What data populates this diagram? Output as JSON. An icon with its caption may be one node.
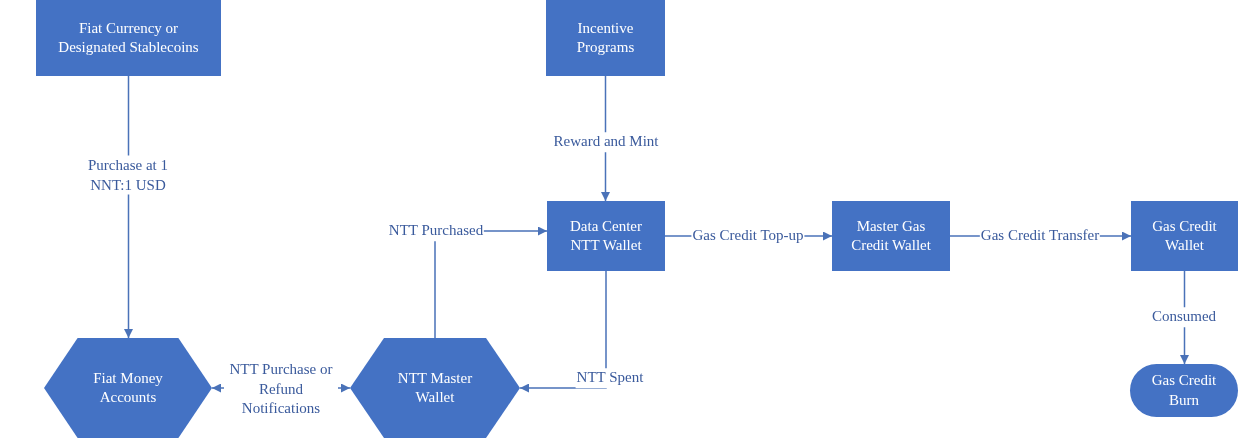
{
  "diagram": {
    "nodes": [
      {
        "text": [
          "Fiat Currency or Designated Stablecoins"
        ]
      },
      {
        "text": [
          "Incentive Programs"
        ]
      },
      {
        "text": [
          "Data Center NTT Wallet"
        ]
      },
      {
        "text": [
          "Master Gas Credit Wallet"
        ]
      },
      {
        "text": [
          "Gas Credit Wallet"
        ]
      },
      {
        "text": [
          "Fiat Money Accounts"
        ]
      },
      {
        "text": [
          "NTT Master Wallet"
        ]
      },
      {
        "text": [
          "Gas Credit Burn"
        ]
      }
    ],
    "edges": [
      {
        "from": 0,
        "to": 5,
        "arrow": "to",
        "label": "Purchase at 1 NNT:1 USD"
      },
      {
        "from": 1,
        "to": 2,
        "arrow": "to",
        "label": "Reward and Mint"
      },
      {
        "from": 6,
        "to": 2,
        "arrow": "to",
        "label": "NTT Purchased"
      },
      {
        "from": 2,
        "to": 6,
        "arrow": "to",
        "label": "NTT Spent"
      },
      {
        "from": 5,
        "to": 6,
        "arrow": "both",
        "label": "NTT Purchase or Refund Notifications"
      },
      {
        "from": 2,
        "to": 3,
        "arrow": "to",
        "label": "Gas Credit Top-up"
      },
      {
        "from": 3,
        "to": 4,
        "arrow": "to",
        "label": "Gas Credit Transfer"
      },
      {
        "from": 4,
        "to": 7,
        "arrow": "to",
        "label": "Consumed"
      }
    ]
  }
}
